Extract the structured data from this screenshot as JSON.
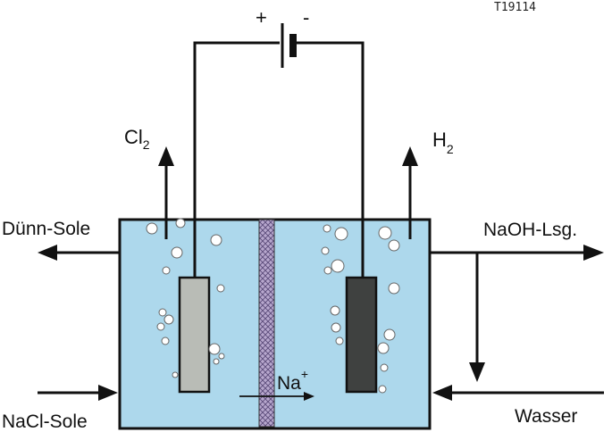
{
  "figure_id": "T19114",
  "battery": {
    "plus": "+",
    "minus": "-"
  },
  "gases": {
    "anode": {
      "symbol": "Cl",
      "subscript": "2"
    },
    "cathode": {
      "symbol": "H",
      "subscript": "2"
    }
  },
  "streams": {
    "outlet_left": "Dünn-Sole",
    "inlet_left": "NaCl-Sole",
    "outlet_right": "NaOH-Lsg.",
    "inlet_right": "Wasser"
  },
  "ion": {
    "symbol": "Na",
    "charge": "+"
  },
  "colors": {
    "electrolyte": "#add8ec",
    "anode_electrode": "#b9bcb6",
    "cathode_electrode": "#3f4140",
    "membrane": "#b7a7cd",
    "bubble": "#ffffff",
    "line": "#111111"
  },
  "icons": {
    "membrane": "cross-hatched-membrane",
    "bubbles": "gas-bubble-circles",
    "battery": "battery-symbol"
  }
}
